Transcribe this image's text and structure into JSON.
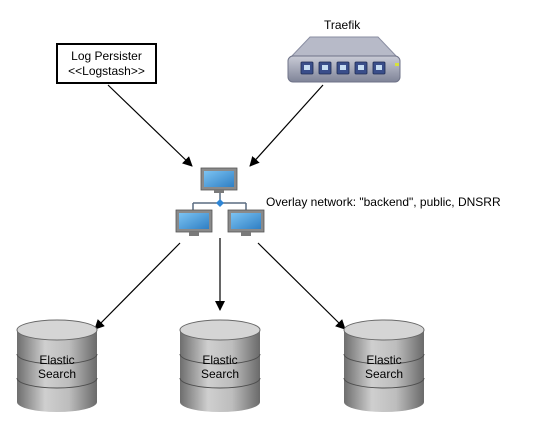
{
  "nodes": {
    "log_persister": {
      "line1": "Log Persister",
      "line2": "<<Logstash>>"
    },
    "traefik": {
      "label": "Traefik"
    },
    "network": {
      "label": "Overlay network: \"backend\", public, DNSRR"
    },
    "databases": [
      {
        "line1": "Elastic",
        "line2": "Search"
      },
      {
        "line1": "Elastic",
        "line2": "Search"
      },
      {
        "line1": "Elastic",
        "line2": "Search"
      }
    ]
  },
  "colors": {
    "monitor_blue": "#3f8fd2",
    "monitor_frame": "#7a7a7a",
    "router_body": "#8d91a5",
    "router_port": "#3a4e8a",
    "router_led": "#d7e23a",
    "db_gray": "#9c9c9c"
  },
  "icons": [
    "router-icon",
    "network-icon",
    "database-icon"
  ]
}
